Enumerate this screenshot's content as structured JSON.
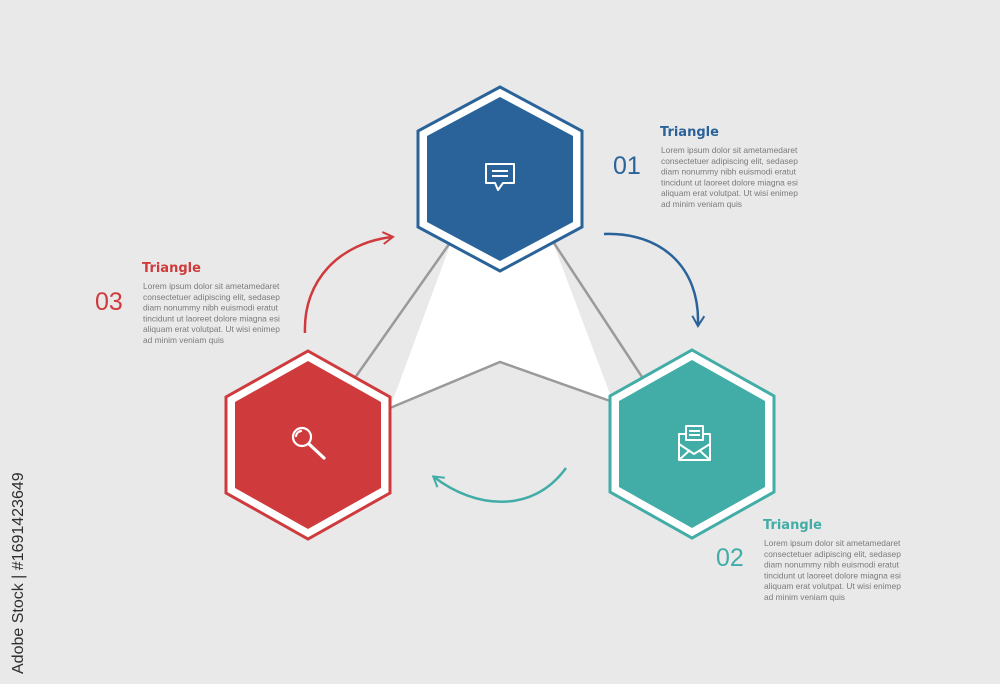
{
  "colors": {
    "background": "#e9e9e9",
    "step_1": "#2a6399",
    "step_2": "#42ada6",
    "step_3": "#cf3b3c",
    "connector": "#9a9a9a",
    "triangle_fill": "#ffffff",
    "body_text": "#7b7b7b"
  },
  "steps": [
    {
      "number": "01",
      "title": "Triangle",
      "icon": "speech-bubble-icon",
      "body_lines": [
        "Lorem ipsum dolor sit ametamedaret",
        "consectetuer adipiscing elit, sedasep",
        "diam nonummy nibh euismodi eratut",
        "tincidunt ut laoreet dolore miagna esi",
        "aliquam erat volutpat. Ut wisi enimep",
        "ad minim veniam quis"
      ]
    },
    {
      "number": "02",
      "title": "Triangle",
      "icon": "open-envelope-icon",
      "body_lines": [
        "Lorem ipsum dolor sit ametamedaret",
        "consectetuer adipiscing elit, sedasep",
        "diam nonummy nibh euismodi eratut",
        "tincidunt ut laoreet dolore miagna esi",
        "aliquam erat volutpat. Ut wisi enimep",
        "ad minim veniam quis"
      ]
    },
    {
      "number": "03",
      "title": "Triangle",
      "icon": "magnifier-icon",
      "body_lines": [
        "Lorem ipsum dolor sit ametamedaret",
        "consectetuer adipiscing elit, sedasep",
        "diam nonummy nibh euismodi eratut",
        "tincidunt ut laoreet dolore miagna esi",
        "aliquam erat volutpat. Ut wisi enimep",
        "ad minim veniam quis"
      ]
    }
  ],
  "watermark": {
    "side_text": "Adobe Stock | #1691423649"
  }
}
